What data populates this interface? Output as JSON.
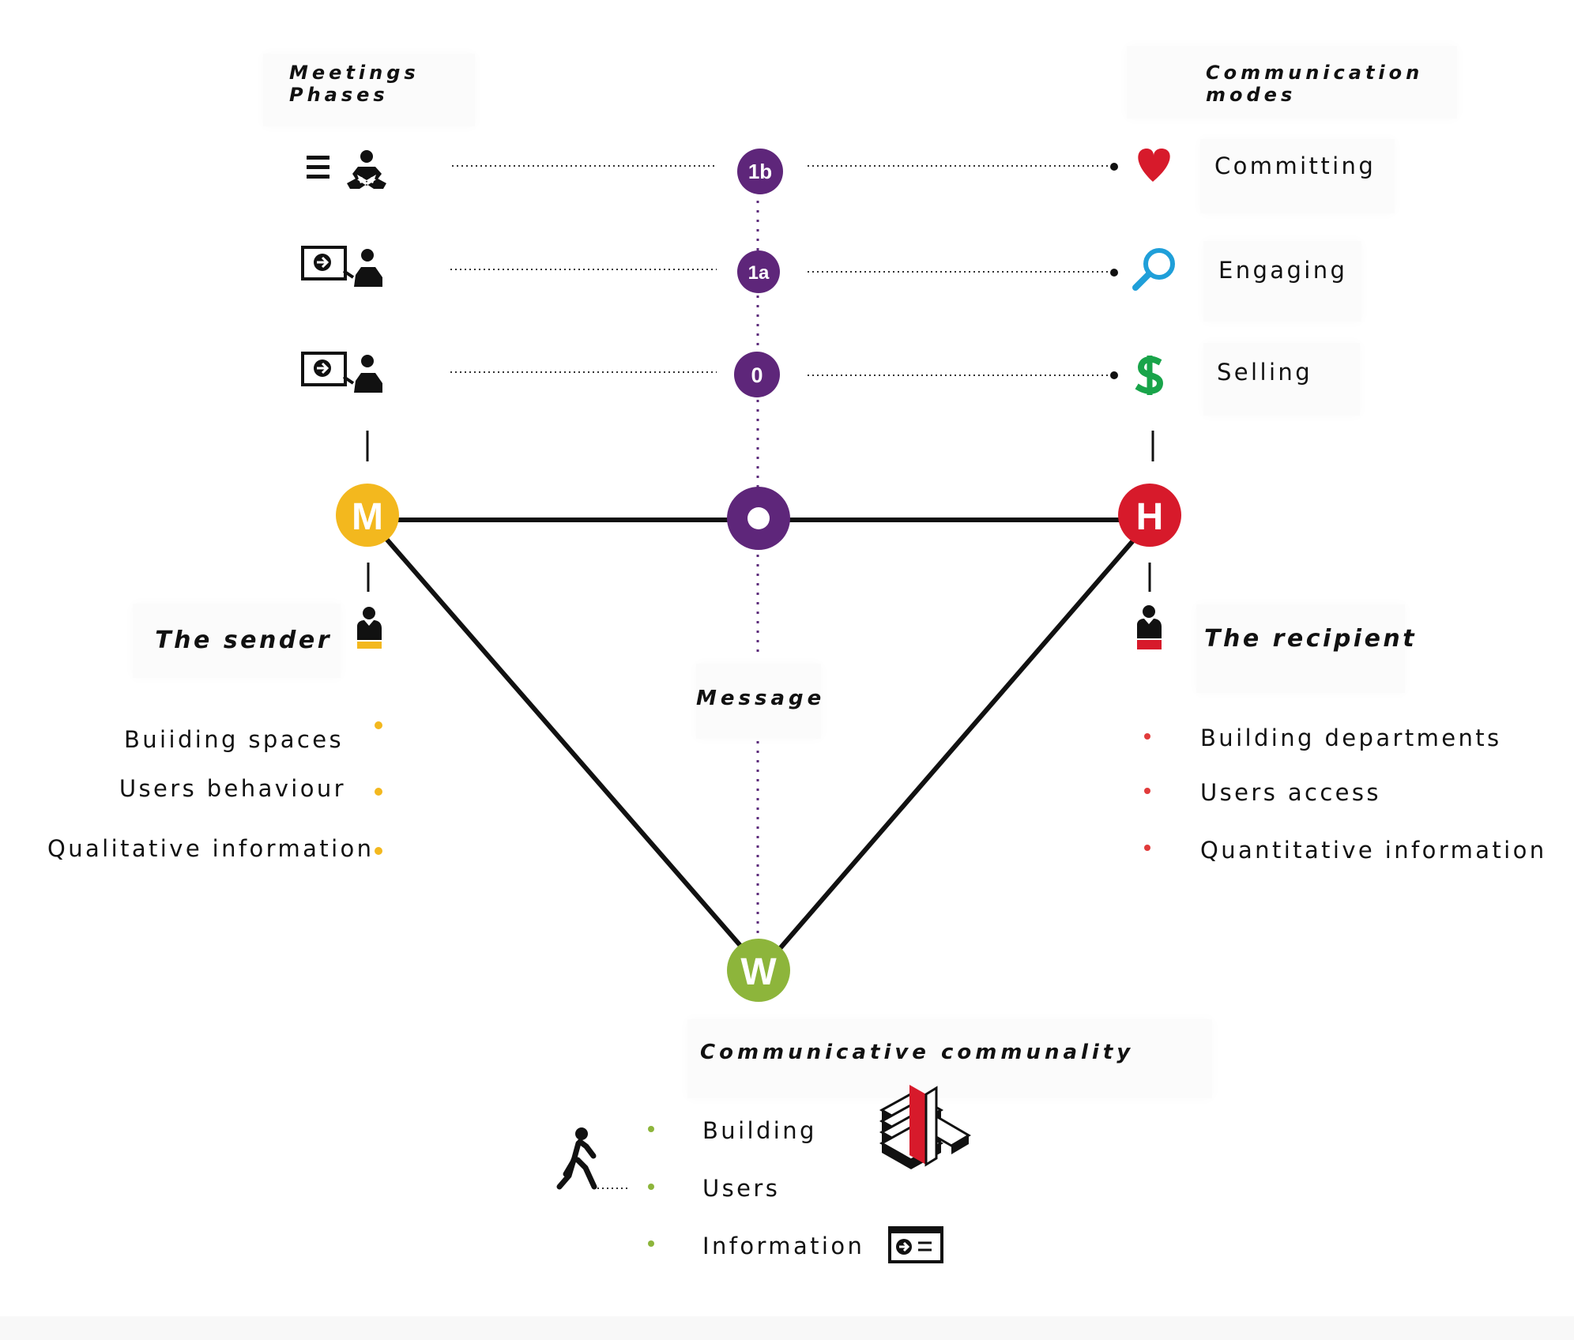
{
  "headings": {
    "meetings_phases": "Meetings\nPhases",
    "communication_modes": "Communication\nmodes",
    "message": "Message",
    "communicative_communality": "Communicative communality"
  },
  "phases": {
    "top": {
      "badge": "1b",
      "mode": "Committing",
      "mode_icon": "heart-icon"
    },
    "middle": {
      "badge": "1a",
      "mode": "Engaging",
      "mode_icon": "magnifier-icon"
    },
    "bottom": {
      "badge": "0",
      "mode": "Selling",
      "mode_icon": "dollar-icon"
    }
  },
  "nodes": {
    "left": "M",
    "center": "",
    "right": "H",
    "bottom": "W"
  },
  "sender": {
    "title": "The sender",
    "items": [
      "Buiiding spaces",
      "Users behaviour",
      "Qualitative information"
    ]
  },
  "recipient": {
    "title": "The recipient",
    "items": [
      "Building departments",
      "Users access",
      "Quantitative information"
    ]
  },
  "community": {
    "items": [
      "Building",
      "Users",
      "Information"
    ]
  },
  "colors": {
    "purple": "#5e267a",
    "dotted_purple": "#5b2a7a",
    "yellow": "#f3b81e",
    "red": "#d71a2b",
    "green": "#8db53b",
    "blue": "#1f9fd9",
    "money_green": "#19a44a",
    "black": "#111111",
    "muted_panel": "#fbfbfb"
  }
}
